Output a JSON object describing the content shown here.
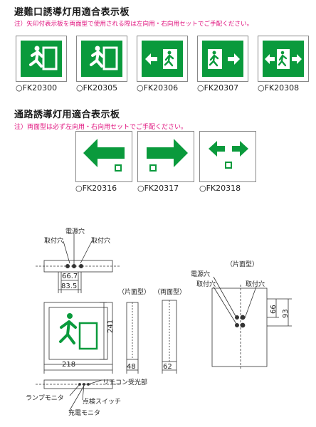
{
  "section1": {
    "title": "避難口誘導灯用適合表示板",
    "note": "注）矢印付表示板を両面型で使用される際は左向用・右向用セットでご手配ください。",
    "items": [
      {
        "code": "○FK20300",
        "icon": "running-man-door-icon"
      },
      {
        "code": "○FK20305",
        "icon": "running-man-door-icon"
      },
      {
        "code": "○FK20306",
        "icon": "arrow-left-door-icon"
      },
      {
        "code": "○FK20307",
        "icon": "arrow-right-door-icon"
      },
      {
        "code": "○FK20308",
        "icon": "arrow-both-door-icon"
      }
    ]
  },
  "section2": {
    "title": "通路誘導灯用適合表示板",
    "note": "注）両面型は必ず左向用・右向用セットでご手配ください。",
    "items": [
      {
        "code": "○FK20316",
        "icon": "arrow-left-icon"
      },
      {
        "code": "○FK20317",
        "icon": "arrow-right-icon"
      },
      {
        "code": "○FK20318",
        "icon": "arrow-both-icon"
      }
    ]
  },
  "diagram": {
    "labels": {
      "power_hole_top": "電源穴",
      "mount_hole_left": "取付穴",
      "mount_hole_right": "取付穴",
      "single_type": "（片面型）",
      "double_type": "（両面型）",
      "single_type_right": "（片面型）",
      "power_hole_right": "電源穴",
      "mount_hole_right2": "取付穴",
      "mount_hole_right3": "取付穴",
      "remote_receiver": "リモコン受光部",
      "lamp_monitor": "ランプモニタ",
      "check_switch": "点検スイッチ",
      "charge_monitor": "充電モニタ"
    },
    "dims": {
      "d66_7": "66.7",
      "d83_5": "83.5",
      "d218": "218",
      "d241": "241",
      "d48": "48",
      "d62": "62",
      "d66": "66",
      "d93": "93"
    }
  },
  "colors": {
    "green": "#0a9a3c",
    "note_magenta": "#e0137e"
  }
}
